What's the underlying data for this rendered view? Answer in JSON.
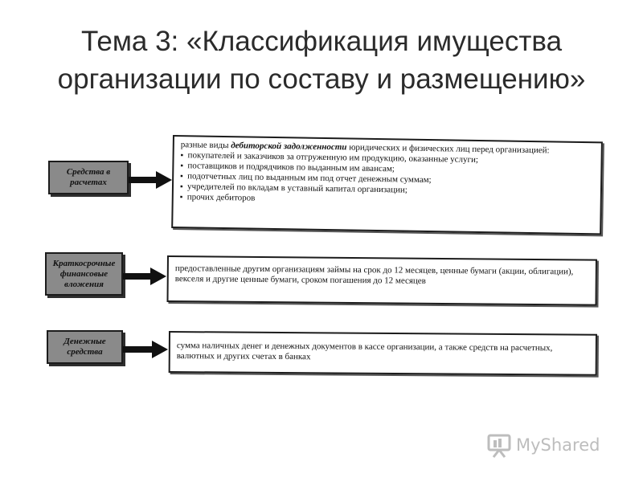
{
  "title": "Тема 3: «Классификация имущества организации по составу и размещению»",
  "rows": [
    {
      "category": "Средства в расчетах",
      "lead_before": "разные виды ",
      "lead_emph": "дебиторской задолженности",
      "lead_after": " юридических и физических лиц перед организацией:",
      "items": [
        "покупателей и заказчиков за отгруженную им продукцию, оказанные услуги;",
        "поставщиков и подрядчиков по выданным им авансам;",
        "подотчетных лиц по выданным им под отчет денежным суммам;",
        "учредителей по вкладам в уставный капитал организации;",
        "прочих дебиторов"
      ]
    },
    {
      "category": "Краткосрочные финансовые вложения",
      "text": "предоставленные другим организациям займы на срок до 12 месяцев, ценные бумаги (акции, облигации), векселя и другие ценные бумаги, сроком погашения до 12 месяцев"
    },
    {
      "category": "Денежные средства",
      "text": "сумма наличных денег и денежных документов в кассе организации, а также средств на расчетных, валютных и других счетах в банках"
    }
  ],
  "watermark": {
    "text": "MyShared",
    "icon": "presentation-board-icon"
  },
  "colors": {
    "label_fill": "#8a8a8a",
    "border": "#1c1c1c",
    "watermark": "#bdbdbd"
  }
}
